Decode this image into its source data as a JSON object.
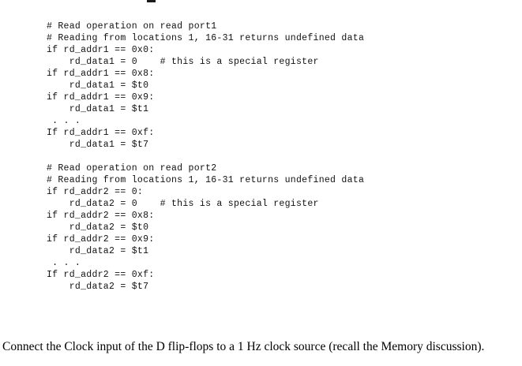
{
  "document": {
    "type": "code-listing-with-caption",
    "background_color": "#ffffff",
    "text_color": "#000000",
    "code_color": "#111111"
  },
  "code": {
    "language": "pseudocode",
    "lines": [
      "# Read operation on read port1",
      "# Reading from locations 1, 16-31 returns undefined data",
      "if rd_addr1 == 0x0:",
      "    rd_data1 = 0    # this is a special register",
      "if rd_addr1 == 0x8:",
      "    rd_data1 = $t0",
      "if rd_addr1 == 0x9:",
      "    rd_data1 = $t1",
      " . . .",
      "If rd_addr1 == 0xf:",
      "    rd_data1 = $t7",
      "",
      "# Read operation on read port2",
      "# Reading from locations 1, 16-31 returns undefined data",
      "if rd_addr2 == 0:",
      "    rd_data2 = 0    # this is a special register",
      "if rd_addr2 == 0x8:",
      "    rd_data2 = $t0",
      "if rd_addr2 == 0x9:",
      "    rd_data2 = $t1",
      " . . .",
      "If rd_addr2 == 0xf:",
      "    rd_data2 = $t7"
    ]
  },
  "caption": {
    "text": "Connect the Clock input of the D flip-flops to a 1 Hz clock source (recall the Memory discussion)."
  }
}
